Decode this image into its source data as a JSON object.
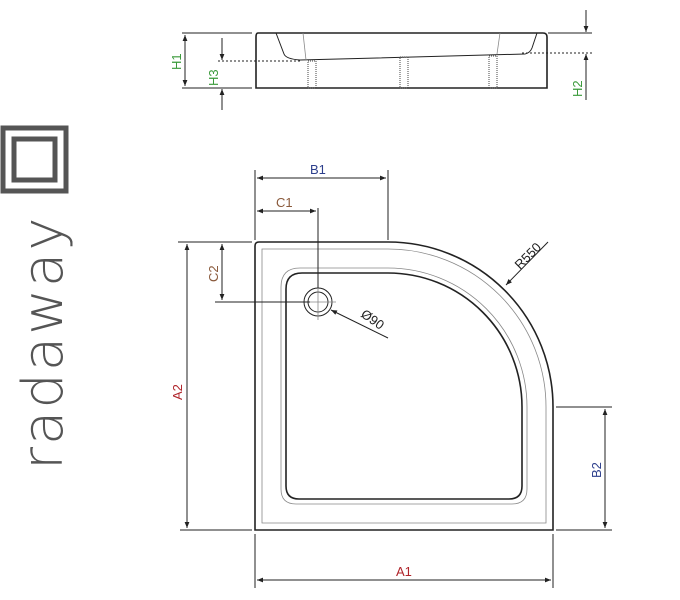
{
  "logo": {
    "brand": "radaway"
  },
  "colors": {
    "a": "#b0242a",
    "b": "#2d3f8c",
    "c": "#8a5a3c",
    "h": "#3a9a3a",
    "line": "#222222",
    "logo": "#555555"
  },
  "side_view": {
    "h1": "H1",
    "h2": "H2",
    "h3": "H3"
  },
  "plan_view": {
    "a1": "A1",
    "a2": "A2",
    "b1": "B1",
    "b2": "B2",
    "c1": "C1",
    "c2": "C2",
    "radius": "R550",
    "drain_diameter": "Ø90"
  }
}
